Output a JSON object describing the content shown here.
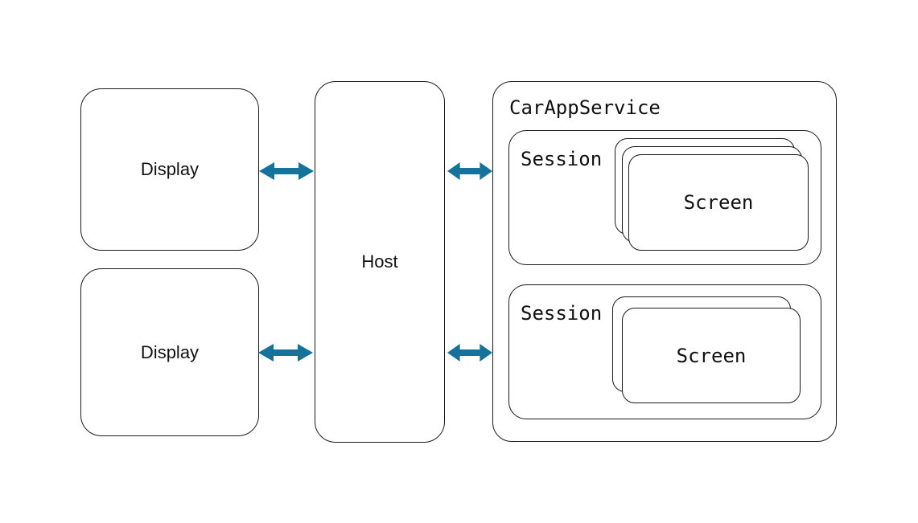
{
  "diagram": {
    "displays": [
      {
        "label": "Display"
      },
      {
        "label": "Display"
      }
    ],
    "host": {
      "label": "Host"
    },
    "car_app_service": {
      "title": "CarAppService",
      "sessions": [
        {
          "label": "Session",
          "screen_label": "Screen",
          "stacked_screens": 3
        },
        {
          "label": "Session",
          "screen_label": "Screen",
          "stacked_screens": 2
        }
      ]
    },
    "colors": {
      "arrow": "#15739b",
      "border": "#1a1a1a",
      "background": "#ffffff",
      "text": "#111111"
    }
  }
}
